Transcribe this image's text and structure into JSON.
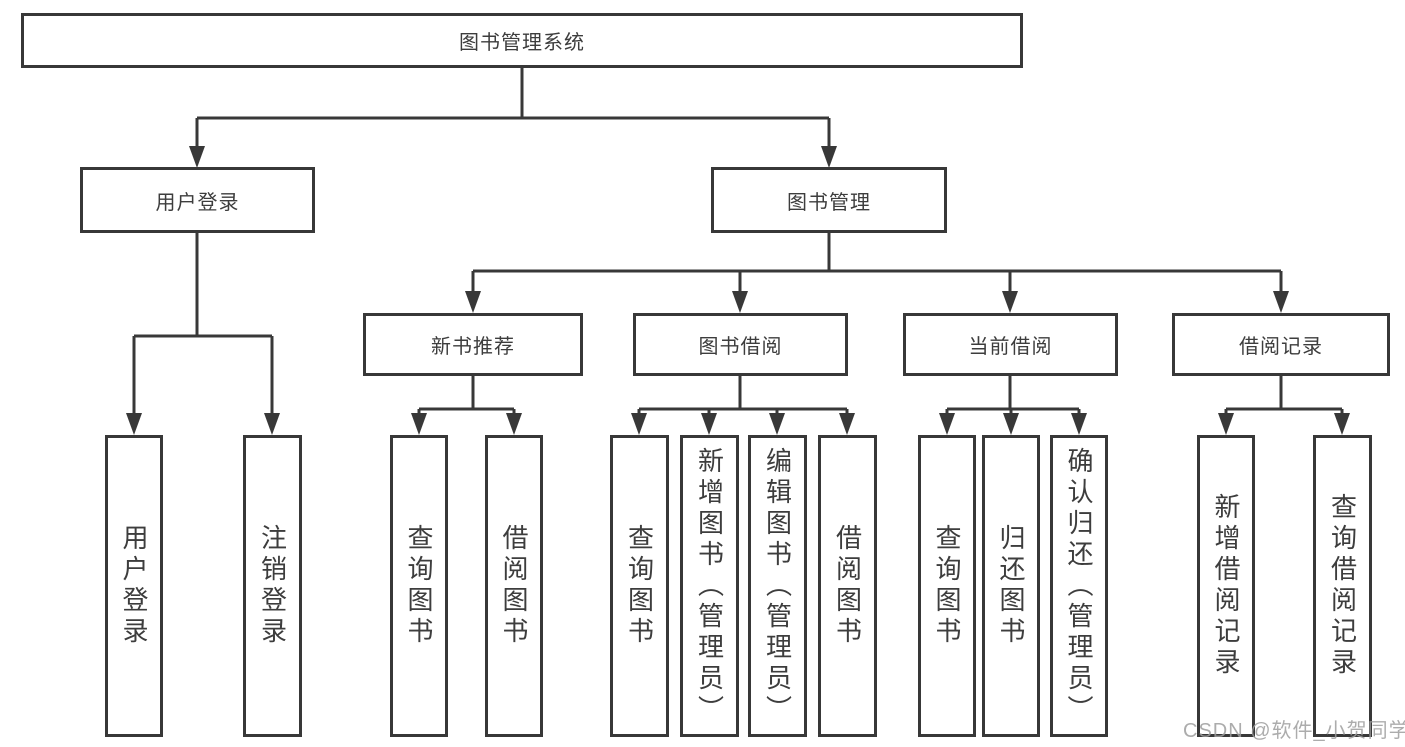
{
  "diagram": {
    "root": {
      "label": "图书管理系统"
    },
    "branches": [
      {
        "label": "用户登录",
        "children": [
          {
            "label": "用户登录"
          },
          {
            "label": "注销登录"
          }
        ]
      },
      {
        "label": "图书管理",
        "children": [
          {
            "label": "新书推荐",
            "children": [
              {
                "label": "查询图书"
              },
              {
                "label": "借阅图书"
              }
            ]
          },
          {
            "label": "图书借阅",
            "children": [
              {
                "label": "查询图书"
              },
              {
                "label": "新增图书（管理员）"
              },
              {
                "label": "编辑图书（管理员）"
              },
              {
                "label": "借阅图书"
              }
            ]
          },
          {
            "label": "当前借阅",
            "children": [
              {
                "label": "查询图书"
              },
              {
                "label": "归还图书"
              },
              {
                "label": "确认归还（管理员）"
              }
            ]
          },
          {
            "label": "借阅记录",
            "children": [
              {
                "label": "新增借阅记录"
              },
              {
                "label": "查询借阅记录"
              }
            ]
          }
        ]
      }
    ]
  },
  "watermark": {
    "text": "CSDN @软件_小贺同学"
  },
  "colors": {
    "line_and_border": "#383838",
    "text": "#3d3d3d",
    "watermark": "#9e9e9e",
    "background": "#ffffff"
  }
}
